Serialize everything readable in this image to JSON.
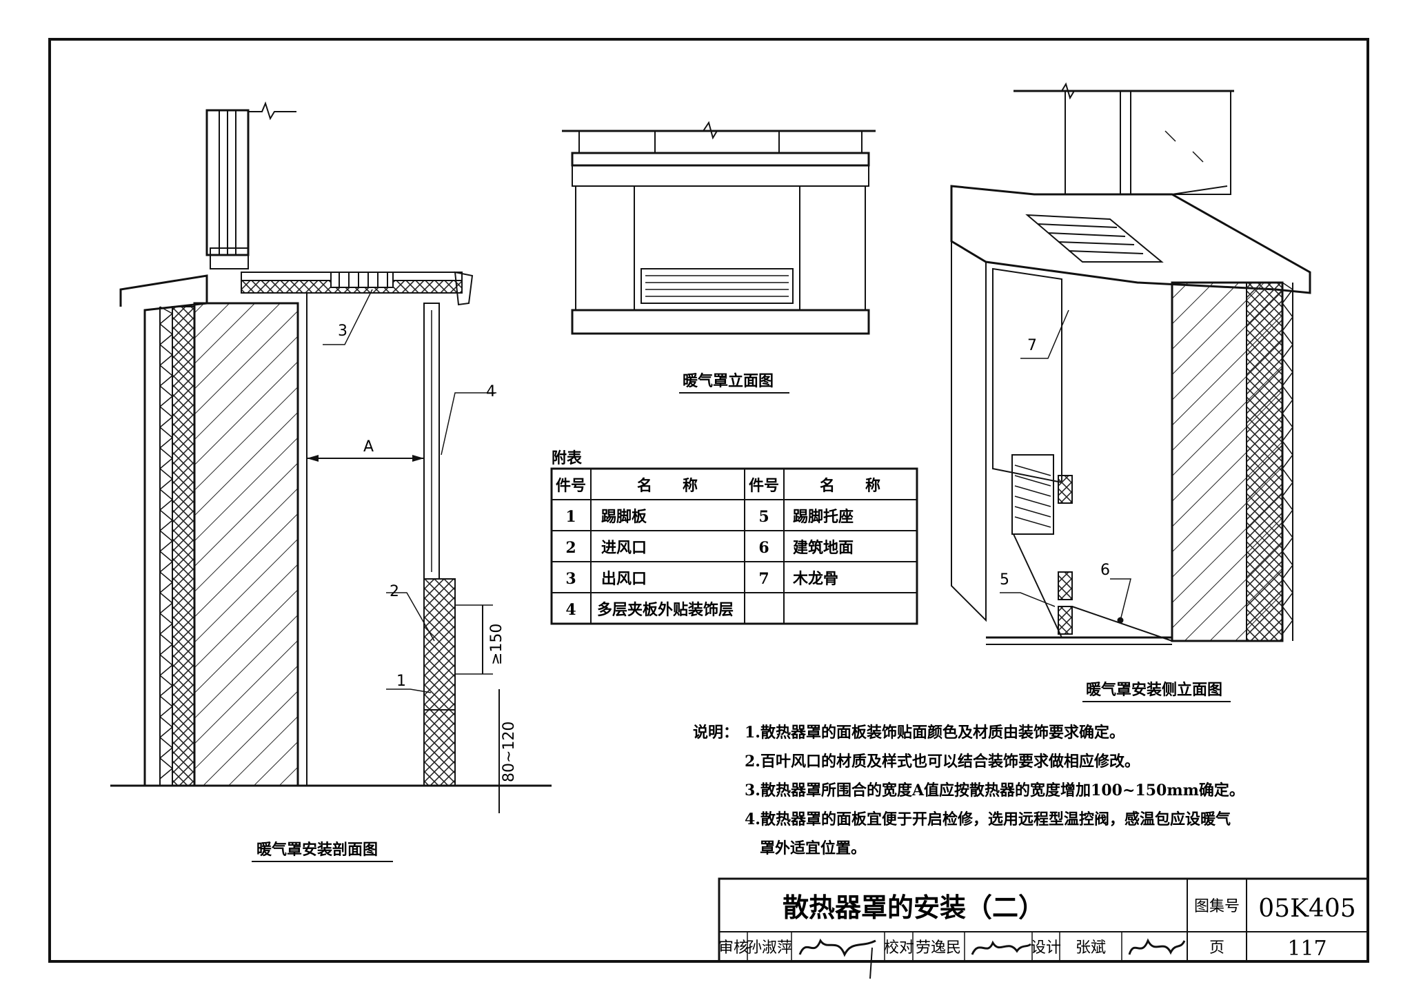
{
  "drawings": {
    "section_caption": "暖气罩安装剖面图",
    "elevation_caption": "暖气罩立面图",
    "side_caption": "暖气罩安装侧立面图",
    "section_labels": {
      "n1": "1",
      "n2": "2",
      "n3": "3",
      "n4": "4",
      "dim_a": "A",
      "dim_150": "≥150",
      "dim_80": "80~120"
    },
    "side_labels": {
      "n5": "5",
      "n6": "6",
      "n7": "7"
    }
  },
  "parts_table": {
    "title": "附表",
    "headers": [
      "件号",
      "名　　称",
      "件号",
      "名　　称"
    ],
    "rows": [
      [
        "1",
        "踢脚板",
        "5",
        "踢脚托座"
      ],
      [
        "2",
        "进风口",
        "6",
        "建筑地面"
      ],
      [
        "3",
        "出风口",
        "7",
        "木龙骨"
      ],
      [
        "4",
        "多层夹板外贴装饰层",
        "",
        ""
      ]
    ]
  },
  "notes": {
    "prefix": "说明：",
    "items": [
      "1.散热器罩的面板装饰贴面颜色及材质由装饰要求确定。",
      "2.百叶风口的材质及样式也可以结合装饰要求做相应修改。",
      "3.散热器罩所围合的宽度A值应按散热器的宽度增加100~150mm确定。",
      "4.散热器罩的面板宜便于开启检修，选用远程型温控阀，感温包应设暖气",
      "罩外适宜位置。"
    ]
  },
  "title_block": {
    "title": "散热器罩的安装（二）",
    "atlas_label": "图集号",
    "atlas_no": "05K405",
    "review_label": "审核",
    "review_name": "孙淑萍",
    "check_label": "校对",
    "check_name": "劳逸民",
    "design_label": "设计",
    "design_name": "张斌",
    "page_label": "页",
    "page_no": "117"
  }
}
